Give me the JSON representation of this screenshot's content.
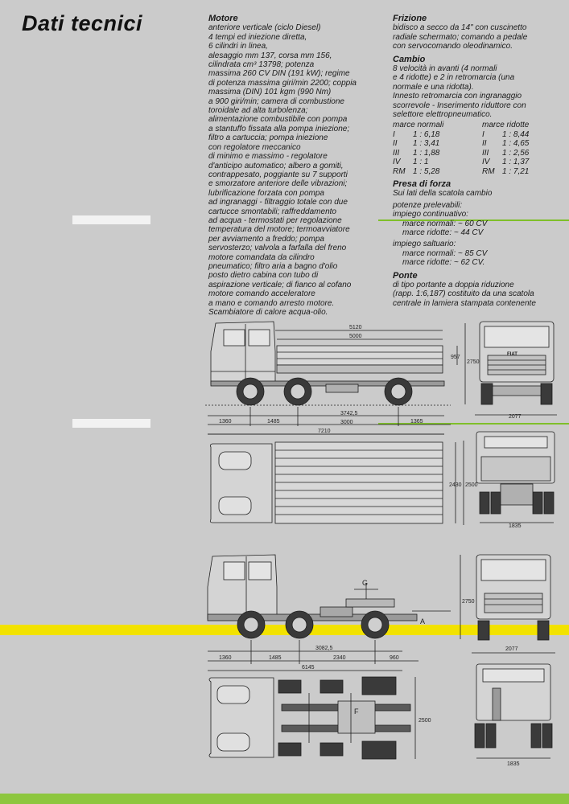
{
  "title": "Dati tecnici",
  "motore": {
    "heading": "Motore",
    "text": "anteriore verticale (ciclo Diesel)\n4 tempi ed iniezione diretta,\n6 cilindri in linea,\nalesaggio mm 137, corsa mm 156,\ncilindrata cm³ 13798; potenza\nmassima 260 CV DIN (191 kW); regime\ndi potenza massima giri/min 2200; coppia\nmassima (DIN) 101 kgm (990 Nm)\na 900 giri/min; camera di combustione\ntoroidale ad alta turbolenza;\nalimentazione combustibile con pompa\na stantuffo fissata alla pompa iniezione;\nfiltro a cartuccia; pompa iniezione\ncon regolatore meccanico\ndi minimo e massimo - regolatore\nd'anticipo automatico; albero a gomiti,\ncontrappesato, poggiante su 7 supporti\ne smorzatore anteriore delle vibrazioni;\nlubrificazione forzata con pompa\nad ingranaggi - filtraggio totale con due\ncartucce smontabili; raffreddamento\nad acqua - termostati per regolazione\ntemperatura del motore; termoavviatore\nper avviamento a freddo; pompa\nservosterzo; valvola a farfalla del freno\nmotore comandata da cilindro\npneumatico; filtro aria a bagno d'olio\nposto dietro cabina con tubo di\naspirazione verticale; di fianco al cofano\nmotore comando acceleratore\na mano e comando arresto motore.\nScambiatore di calore acqua-olio."
  },
  "frizione": {
    "heading": "Frizione",
    "text": "bidisco a secco da 14\" con cuscinetto\nradiale schermato; comando a pedale\ncon servocomando oleodinamico."
  },
  "cambio": {
    "heading": "Cambio",
    "text": "8 velocità in avanti (4 normali\ne 4 ridotte) e 2 in retromarcia (una\nnormale e una ridotta).\nInnesto retromarcia con ingranaggio\nscorrevole - Inserimento riduttore con\nselettore elettropneumatico.",
    "col_normali": "marce normali",
    "col_ridotte": "marce ridotte",
    "rows": [
      {
        "g1": "I",
        "r1": "1 : 6,18",
        "g2": "I",
        "r2": "1 : 8,44"
      },
      {
        "g1": "II",
        "r1": "1 : 3,41",
        "g2": "II",
        "r2": "1 : 4,65"
      },
      {
        "g1": "III",
        "r1": "1 : 1,88",
        "g2": "III",
        "r2": "1 : 2,56"
      },
      {
        "g1": "IV",
        "r1": "1 : 1",
        "g2": "IV",
        "r2": "1 : 1,37"
      },
      {
        "g1": "RM",
        "r1": "1 : 5,28",
        "g2": "RM",
        "r2": "1 : 7,21"
      }
    ]
  },
  "presa": {
    "heading": "Presa di forza",
    "text": "Sui lati della scatola cambio",
    "potenze": "potenze prelevabili:",
    "continuativo": "impiego continuativo:",
    "cont_norm": "marce normali: ~ 60 CV",
    "cont_rid": "marce ridotte: ~ 44 CV",
    "saltuario": "impiego saltuario:",
    "salt_norm": "marce normali: ~ 85 CV",
    "salt_rid": "marce ridotte: ~ 62 CV."
  },
  "ponte": {
    "heading": "Ponte",
    "text": "di tipo portante a doppia riduzione\n(rapp. 1:6,187) costituito da una scatola\ncentrale in lamiera stampata contenente"
  },
  "dims1": {
    "d5120": "5120",
    "d5000": "5000",
    "d957": "957",
    "d2750": "2750",
    "d1360": "1360",
    "d1485": "1485",
    "d37425": "3742,5",
    "d3000": "3000",
    "d1365": "1365",
    "d2077": "2077"
  },
  "dims2": {
    "d7210": "7210",
    "d2430": "2430",
    "d2500": "2500",
    "d1835": "1835"
  },
  "dims3": {
    "g": "G",
    "a": "A",
    "d2750": "2750",
    "d30825": "3082,5",
    "d1360": "1360",
    "d1485": "1485",
    "d2340": "2340",
    "d960": "960",
    "d6145": "6145",
    "d2077": "2077"
  },
  "dims4": {
    "f": "F",
    "d2500": "2500",
    "d1835": "1835"
  },
  "badge": "FIAT"
}
